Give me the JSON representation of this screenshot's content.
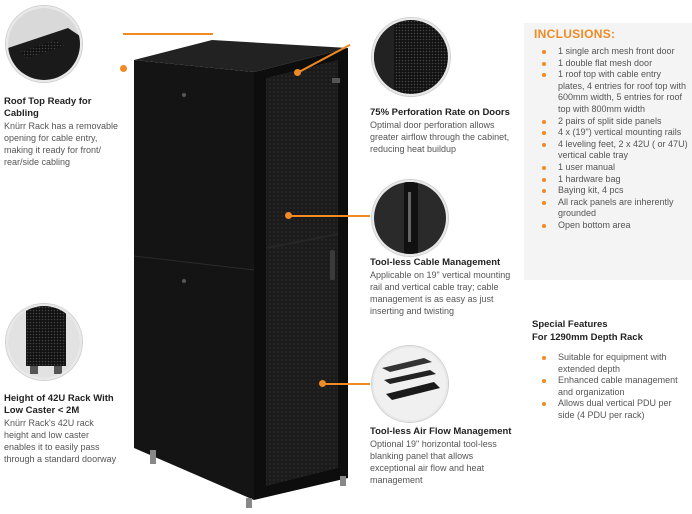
{
  "features": {
    "roof": {
      "title": "Roof Top Ready for Cabling",
      "body": "Knürr Rack has a removable opening for cable entry, making it ready for front/ rear/side cabling"
    },
    "perforation": {
      "title": "75% Perforation Rate on Doors",
      "body": "Optimal door perforation allows greater airflow through the cabinet, reducing heat buildup"
    },
    "cable": {
      "title": "Tool-less Cable Management",
      "body": "Applicable on 19\" vertical mounting rail and vertical cable tray; cable management is as easy as just inserting and twisting"
    },
    "height": {
      "title": "Height of 42U Rack With Low Caster < 2M",
      "body": "Knürr Rack's 42U rack height and low caster enables it to easily pass through a standard doorway"
    },
    "airflow": {
      "title": "Tool-less Air Flow Management",
      "body": "Optional 19\" horizontal tool-less blanking panel that allows exceptional air flow and heat management"
    }
  },
  "inclusions": {
    "title": "INCLUSIONS:",
    "items": [
      "1 single arch mesh front door",
      "1 double flat mesh door",
      "1 roof top with cable entry plates, 4 entries for roof top with 600mm width, 5 entries for roof top with 800mm width",
      "2 pairs of split side panels",
      "4 x (19\") vertical mounting rails",
      "4 leveling feet, 2 x 42U ( or 47U) vertical cable tray",
      "1 user manual",
      "1 hardware bag",
      "Baying kit, 4 pcs",
      "All rack panels are inherently grounded",
      "Open bottom area"
    ]
  },
  "special": {
    "title_line1": "Special Features",
    "title_line2": "For 1290mm Depth Rack",
    "items": [
      "Suitable for equipment with extended depth",
      "Enhanced cable management and organization",
      "Allows dual vertical PDU per side (4 PDU per rack)"
    ]
  },
  "colors": {
    "accent": "#f08a24",
    "cabinet": "#151515",
    "panel_bg": "#f4f4f4"
  }
}
